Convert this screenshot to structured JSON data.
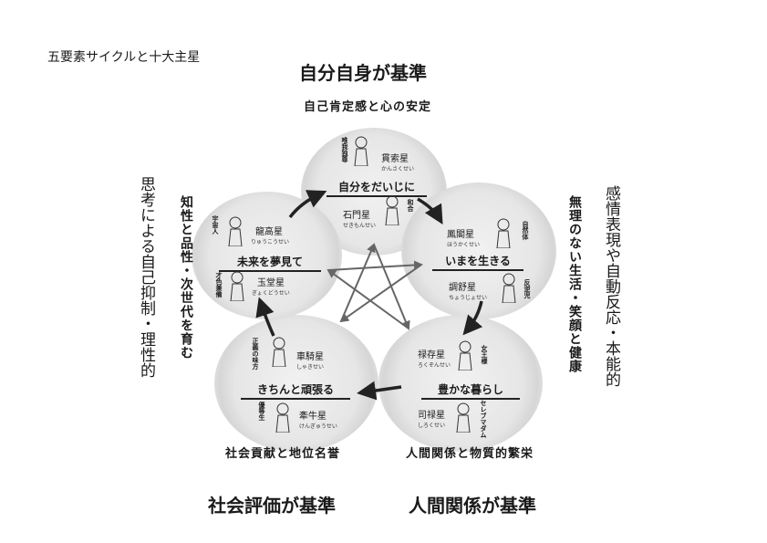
{
  "title": "五要素サイクルと十大主星",
  "regions": {
    "top": {
      "heading": "自分自身が基準",
      "sub": "自己肯定感と心の安定"
    },
    "right": {
      "heading": "感情表現や自動反応・本能的",
      "sub": "無理のない生活・笑顔と健康"
    },
    "left": {
      "heading": "思考による自己抑制・理性的",
      "sub": "知性と品性・次世代を育む"
    },
    "bottom_left": {
      "heading": "社会評価が基準",
      "sub": "社会貢献と地位名誉"
    },
    "bottom_right": {
      "heading": "人間関係が基準",
      "sub": "人間関係と物質的繁栄"
    }
  },
  "elements": [
    {
      "banner": "自分をだいじに",
      "stars": [
        {
          "name": "貫索星",
          "reading": "かんさくせい",
          "tag": "唯我独尊"
        },
        {
          "name": "石門星",
          "reading": "せきもんせい",
          "tag": "和合"
        }
      ]
    },
    {
      "banner": "いまを生きる",
      "stars": [
        {
          "name": "鳳閣星",
          "reading": "ほうかくせい",
          "tag": "自然体"
        },
        {
          "name": "調舒星",
          "reading": "ちょうじょせい",
          "tag": "反逆児"
        }
      ]
    },
    {
      "banner": "豊かな暮らし",
      "stars": [
        {
          "name": "禄存星",
          "reading": "ろくぞんせい",
          "tag": "女王様"
        },
        {
          "name": "司禄星",
          "reading": "しろくせい",
          "tag": "セレブマダム"
        }
      ]
    },
    {
      "banner": "きちんと頑張る",
      "stars": [
        {
          "name": "車騎星",
          "reading": "しゃきせい",
          "tag": "正義の味方"
        },
        {
          "name": "牽牛星",
          "reading": "けんぎゅうせい",
          "tag": "優等生"
        }
      ]
    },
    {
      "banner": "未来を夢見て",
      "stars": [
        {
          "name": "龍高星",
          "reading": "りゅうこうせい",
          "tag": "宇宙人"
        },
        {
          "name": "玉堂星",
          "reading": "ぎょくどうせい",
          "tag": "才色兼備"
        }
      ]
    }
  ]
}
